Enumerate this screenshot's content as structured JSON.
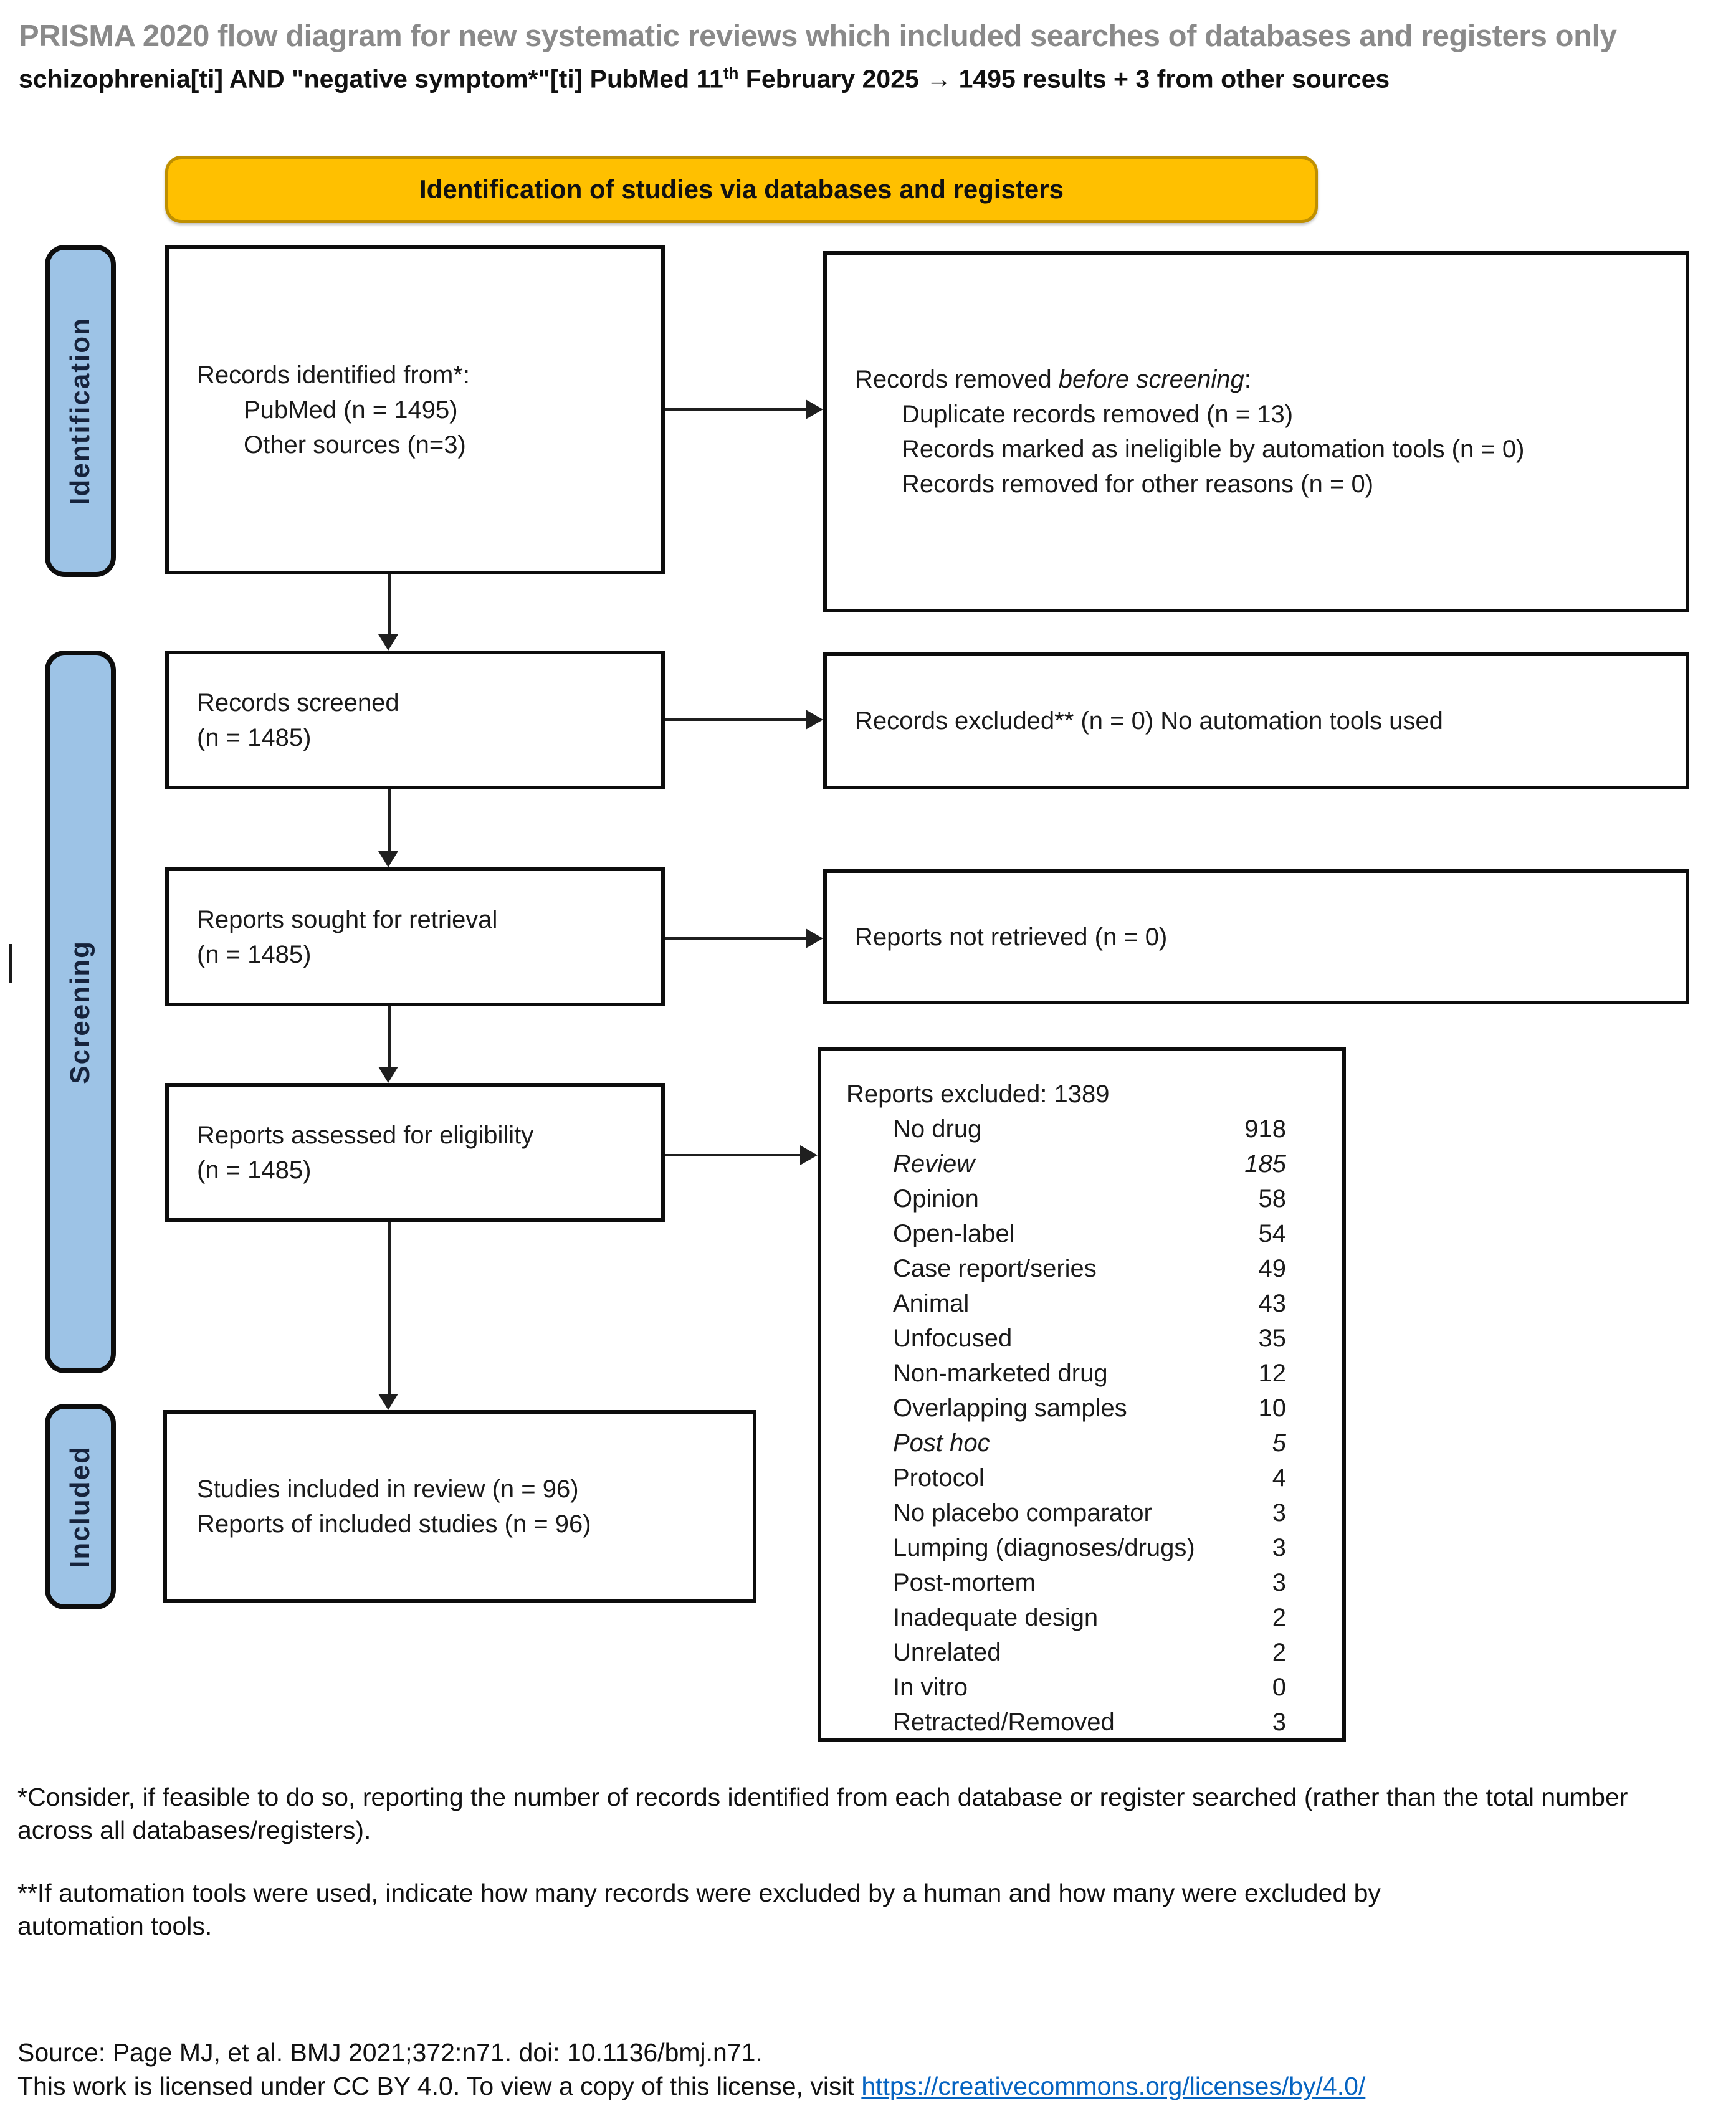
{
  "header": {
    "title": "PRISMA 2020 flow diagram for new systematic reviews which included searches of databases and registers only",
    "subtitle": {
      "prefix": "schizophrenia[ti] AND \"negative symptom*\"[ti] PubMed 11",
      "sup": "th",
      "suffix": " February 2025 → 1495 results + 3 from other sources"
    }
  },
  "banner": {
    "label": "Identification of studies via databases and registers"
  },
  "stage_labels": {
    "identification": "Identification",
    "screening": "Screening",
    "included": "Included"
  },
  "boxes": {
    "records_identified": {
      "line1": "Records identified from*:",
      "items": [
        "PubMed (n = 1495)",
        "Other sources (n=3)"
      ]
    },
    "records_removed": {
      "line1_prefix": "Records removed ",
      "line1_italic": "before screening",
      "line1_suffix": ":",
      "items": [
        "Duplicate records removed (n = 13)",
        "Records marked as ineligible by automation tools (n = 0)",
        "Records removed for other reasons (n = 0)"
      ]
    },
    "records_screened": {
      "line1": "Records screened",
      "line2": "(n = 1485)"
    },
    "records_excluded": {
      "text": "Records excluded** (n = 0) No automation tools used"
    },
    "reports_sought": {
      "line1": "Reports sought for retrieval",
      "line2": "(n = 1485)"
    },
    "reports_not_retrieved": {
      "text": "Reports not retrieved (n = 0)"
    },
    "reports_assessed": {
      "line1": "Reports assessed for eligibility",
      "line2": "(n = 1485)"
    },
    "reports_excluded": {
      "header": "Reports excluded: 1389",
      "items": [
        {
          "label": "No drug",
          "value": "918",
          "italic": false
        },
        {
          "label": "Review",
          "value": "185",
          "italic": true
        },
        {
          "label": "Opinion",
          "value": "58",
          "italic": false
        },
        {
          "label": "Open-label",
          "value": "54",
          "italic": false
        },
        {
          "label": "Case report/series",
          "value": "49",
          "italic": false
        },
        {
          "label": "Animal",
          "value": "43",
          "italic": false
        },
        {
          "label": "Unfocused",
          "value": "35",
          "italic": false
        },
        {
          "label": "Non-marketed drug",
          "value": "12",
          "italic": false
        },
        {
          "label": "Overlapping samples",
          "value": "10",
          "italic": false
        },
        {
          "label": "Post hoc",
          "value": "5",
          "italic": true
        },
        {
          "label": "Protocol",
          "value": "4",
          "italic": false
        },
        {
          "label": "No placebo comparator",
          "value": "3",
          "italic": false
        },
        {
          "label": "Lumping (diagnoses/drugs)",
          "value": "3",
          "italic": false
        },
        {
          "label": "Post-mortem",
          "value": "3",
          "italic": false
        },
        {
          "label": "Inadequate design",
          "value": "2",
          "italic": false
        },
        {
          "label": "Unrelated",
          "value": "2",
          "italic": false
        },
        {
          "label": "In vitro",
          "value": "0",
          "italic": false
        },
        {
          "label": "Retracted/Removed",
          "value": "3",
          "italic": false
        }
      ]
    },
    "studies_included": {
      "line1": "Studies included in review (n = 96)",
      "line2": "Reports of included studies (n = 96)"
    }
  },
  "footnotes": {
    "asterisk": "*Consider, if feasible to do so, reporting the number of records identified from each database or register searched (rather than the total number across all databases/registers).",
    "double_asterisk": "**If automation tools were used, indicate how many records were excluded by a human and how many were excluded by automation tools.",
    "source": "Source: Page MJ, et al. BMJ 2021;372:n71. doi: 10.1136/bmj.n71.",
    "license_prefix": "This work is licensed under CC BY 4.0. To view a copy of this license, visit ",
    "license_link": "https://creativecommons.org/licenses/by/4.0/"
  },
  "colors": {
    "banner_fill": "#FFC000",
    "banner_border": "#BF8F00",
    "stage_fill": "#9DC3E6",
    "box_border": "#0d0d0d",
    "title_gray": "#8a8a8a",
    "link_blue": "#0563C1"
  }
}
